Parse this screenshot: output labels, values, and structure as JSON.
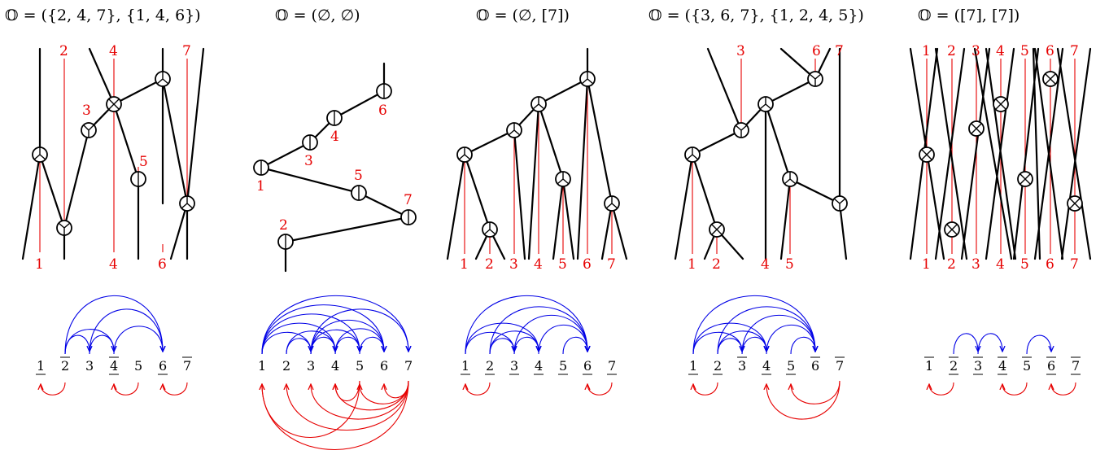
{
  "panels": [
    {
      "title": "𝕆 = ({2, 4, 7}, {1, 4, 6})",
      "top_labels": [
        "2",
        "4",
        "7"
      ],
      "bottom_labels": [
        "1",
        "4",
        "6"
      ],
      "side_labels": [
        "3",
        "5"
      ],
      "node_types": [
        "up",
        "down",
        "cross",
        "up",
        "vertical",
        "up"
      ],
      "sequence": [
        {
          "label": "1",
          "mark": "under"
        },
        {
          "label": "2",
          "mark": "over"
        },
        {
          "label": "3",
          "mark": "none"
        },
        {
          "label": "4",
          "mark": "both"
        },
        {
          "label": "5",
          "mark": "none"
        },
        {
          "label": "6",
          "mark": "under"
        },
        {
          "label": "7",
          "mark": "over"
        }
      ],
      "blue_arcs": [
        [
          2,
          3
        ],
        [
          2,
          4
        ],
        [
          2,
          6
        ],
        [
          3,
          4
        ],
        [
          3,
          6
        ],
        [
          4,
          6
        ]
      ],
      "red_arcs": [
        [
          1,
          2
        ],
        [
          4,
          5
        ],
        [
          6,
          7
        ]
      ]
    },
    {
      "title": "𝕆 = (∅, ∅)",
      "top_labels": [],
      "bottom_labels": [],
      "side_labels": [
        "1",
        "2",
        "3",
        "4",
        "5",
        "6",
        "7"
      ],
      "node_types": [
        "vertical",
        "vertical",
        "vertical",
        "vertical",
        "vertical",
        "vertical",
        "vertical"
      ],
      "sequence": [
        {
          "label": "1",
          "mark": "none"
        },
        {
          "label": "2",
          "mark": "none"
        },
        {
          "label": "3",
          "mark": "none"
        },
        {
          "label": "4",
          "mark": "none"
        },
        {
          "label": "5",
          "mark": "none"
        },
        {
          "label": "6",
          "mark": "none"
        },
        {
          "label": "7",
          "mark": "none"
        }
      ],
      "blue_arcs": [
        [
          1,
          3
        ],
        [
          1,
          4
        ],
        [
          1,
          5
        ],
        [
          1,
          6
        ],
        [
          1,
          7
        ],
        [
          2,
          3
        ],
        [
          2,
          4
        ],
        [
          3,
          4
        ],
        [
          3,
          5
        ],
        [
          3,
          6
        ],
        [
          3,
          7
        ],
        [
          4,
          5
        ],
        [
          4,
          6
        ],
        [
          5,
          6
        ]
      ],
      "red_arcs": [
        [
          1,
          7
        ],
        [
          1,
          5
        ],
        [
          2,
          7
        ],
        [
          3,
          7
        ],
        [
          4,
          5
        ],
        [
          4,
          7
        ],
        [
          5,
          7
        ],
        [
          6,
          7
        ]
      ]
    },
    {
      "title": "𝕆 = (∅, [7])",
      "top_labels": [],
      "bottom_labels": [
        "1",
        "2",
        "3",
        "4",
        "5",
        "6",
        "7"
      ],
      "side_labels": [],
      "node_types": [
        "up",
        "up",
        "up",
        "up",
        "up",
        "up",
        "up"
      ],
      "sequence": [
        {
          "label": "1",
          "mark": "under"
        },
        {
          "label": "2",
          "mark": "under"
        },
        {
          "label": "3",
          "mark": "under"
        },
        {
          "label": "4",
          "mark": "under"
        },
        {
          "label": "5",
          "mark": "under"
        },
        {
          "label": "6",
          "mark": "under"
        },
        {
          "label": "7",
          "mark": "under"
        }
      ],
      "blue_arcs": [
        [
          1,
          3
        ],
        [
          1,
          4
        ],
        [
          1,
          6
        ],
        [
          2,
          3
        ],
        [
          2,
          4
        ],
        [
          2,
          6
        ],
        [
          3,
          4
        ],
        [
          3,
          6
        ],
        [
          4,
          6
        ],
        [
          5,
          6
        ]
      ],
      "red_arcs": [
        [
          1,
          2
        ],
        [
          6,
          7
        ]
      ]
    },
    {
      "title": "𝕆 = ({3, 6, 7}, {1, 2, 4, 5})",
      "top_labels": [
        "3",
        "6",
        "7"
      ],
      "bottom_labels": [
        "1",
        "2",
        "4",
        "5"
      ],
      "side_labels": [],
      "node_types": [
        "up",
        "cross",
        "down",
        "up",
        "up",
        "up",
        "down"
      ],
      "sequence": [
        {
          "label": "1",
          "mark": "under"
        },
        {
          "label": "2",
          "mark": "under"
        },
        {
          "label": "3",
          "mark": "over"
        },
        {
          "label": "4",
          "mark": "under"
        },
        {
          "label": "5",
          "mark": "under"
        },
        {
          "label": "6",
          "mark": "over"
        },
        {
          "label": "7",
          "mark": "over"
        }
      ],
      "blue_arcs": [
        [
          1,
          3
        ],
        [
          1,
          4
        ],
        [
          1,
          6
        ],
        [
          2,
          3
        ],
        [
          2,
          4
        ],
        [
          2,
          6
        ],
        [
          3,
          4
        ],
        [
          3,
          6
        ],
        [
          4,
          6
        ],
        [
          5,
          6
        ]
      ],
      "red_arcs": [
        [
          1,
          2
        ],
        [
          4,
          7
        ],
        [
          5,
          7
        ]
      ]
    },
    {
      "title": "𝕆 = ([7], [7])",
      "top_labels": [
        "1",
        "2",
        "3",
        "4",
        "5",
        "6",
        "7"
      ],
      "bottom_labels": [
        "1",
        "2",
        "3",
        "4",
        "5",
        "6",
        "7"
      ],
      "side_labels": [],
      "node_types": [
        "cross",
        "cross",
        "cross",
        "cross",
        "cross",
        "cross",
        "cross"
      ],
      "sequence": [
        {
          "label": "1",
          "mark": "over"
        },
        {
          "label": "2",
          "mark": "both"
        },
        {
          "label": "3",
          "mark": "both"
        },
        {
          "label": "4",
          "mark": "both"
        },
        {
          "label": "5",
          "mark": "over"
        },
        {
          "label": "6",
          "mark": "both"
        },
        {
          "label": "7",
          "mark": "both"
        }
      ],
      "blue_arcs": [
        [
          2,
          3
        ],
        [
          3,
          4
        ],
        [
          5,
          6
        ]
      ],
      "red_arcs": [
        [
          1,
          2
        ],
        [
          4,
          5
        ],
        [
          6,
          7
        ]
      ]
    }
  ]
}
